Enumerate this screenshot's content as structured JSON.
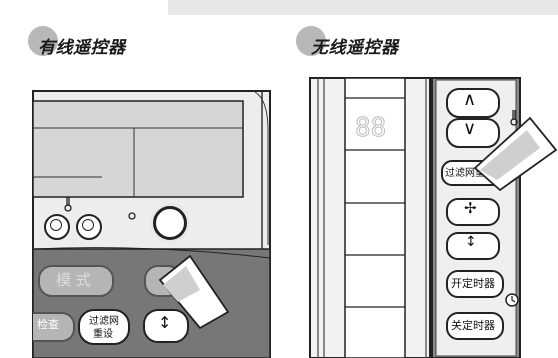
{
  "sections": {
    "wired": {
      "title": "有线遥控器",
      "mode_button": "模 式",
      "check_button": "检查",
      "filter_reset_line1": "过滤网",
      "filter_reset_line2": "重设"
    },
    "wireless": {
      "title": "无线遥控器",
      "filter_reset": "过滤网重设",
      "timer_on": "开定时器",
      "timer_off": "关定时器"
    }
  },
  "icons": {
    "thermometer": "thermometer-icon",
    "fan": "fan-icon",
    "swing": "swing-icon",
    "clock": "clock-icon",
    "up": "chevron-up-icon",
    "down": "chevron-down-icon"
  }
}
